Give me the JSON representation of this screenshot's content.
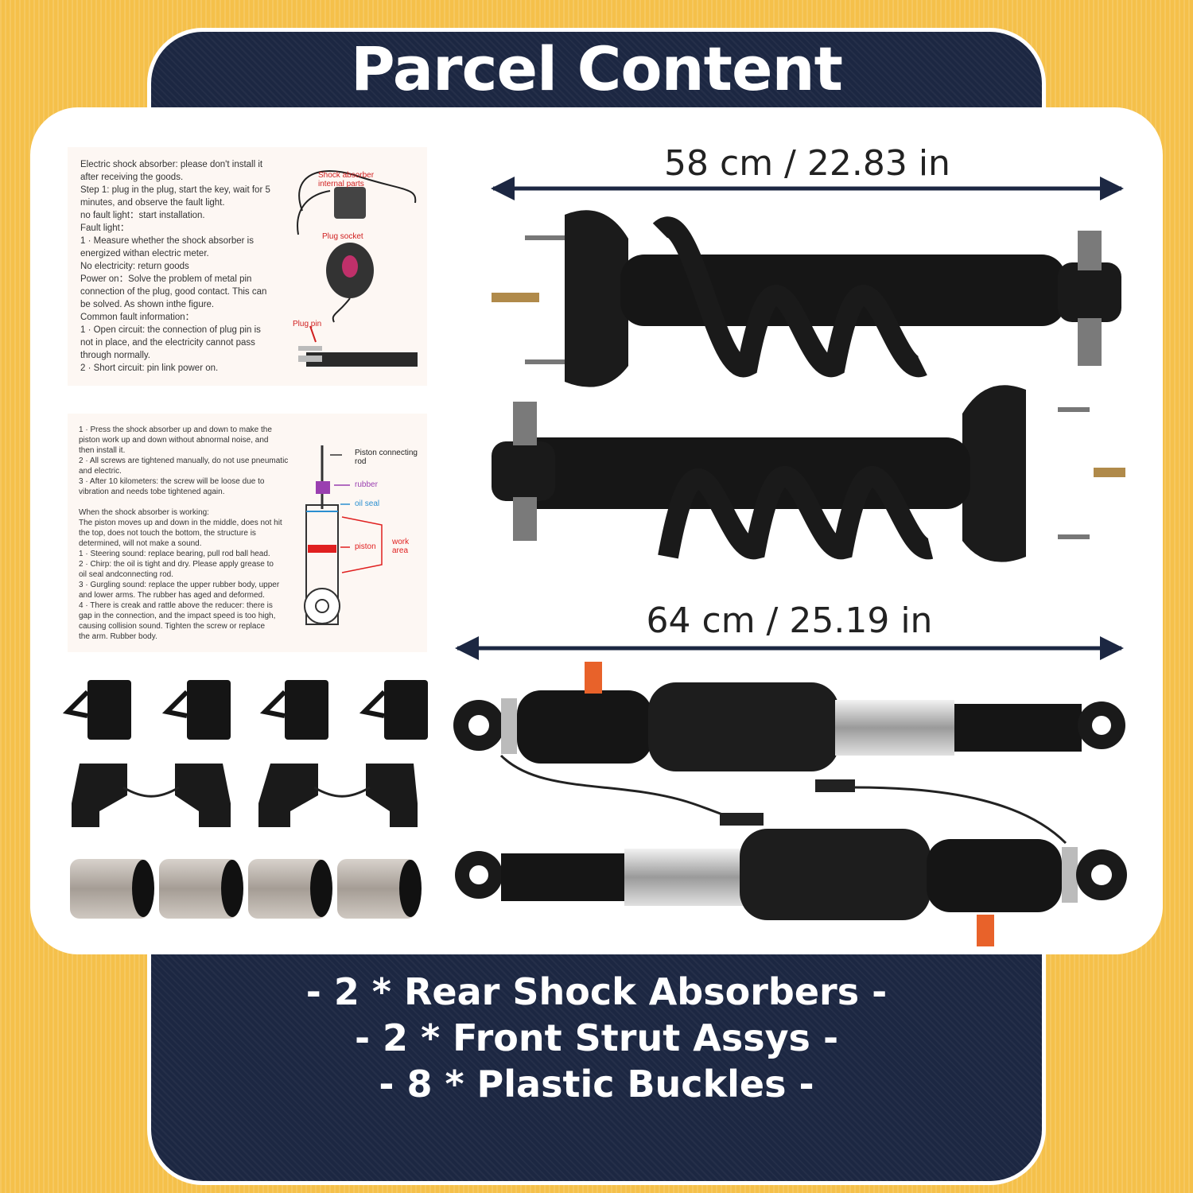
{
  "title": "Parcel Content",
  "dimension_top": "58 cm / 22.83 in",
  "dimension_bottom": "64 cm / 25.19 in",
  "instructions1": {
    "lines": [
      "Electric shock absorber: please don't install it",
      "after receiving the goods.",
      "Step 1: plug in the plug, start the key, wait for 5",
      "minutes, and observe the fault light.",
      "no fault light：start installation.",
      "Fault light：",
      "1 · Measure whether the shock absorber is",
      "     energized withan electric meter.",
      "No electricity: return goods",
      "Power on：Solve the problem of metal pin",
      "connection of the plug, good contact. This can",
      "be solved. As shown inthe figure.",
      "Common fault information：",
      "1 · Open circuit: the connection of plug pin is",
      "     not in place, and the electricity cannot pass",
      "     through normally.",
      "2 · Short circuit: pin link power on."
    ],
    "label_internal": "Shock absorber internal parts",
    "label_socket": "Plug socket",
    "label_pin": "Plug pin"
  },
  "instructions2": {
    "lines": [
      "1 · Press the shock absorber up and down to make the",
      "     piston work up and down without abnormal noise, and",
      "     then install it.",
      "2 · All screws are tightened manually, do not use pneumatic",
      "     and electric.",
      "3 · After 10 kilometers: the screw will be loose due to",
      "     vibration and needs tobe tightened again.",
      "",
      "When the shock absorber is working:",
      "The piston moves up and down in the middle, does not hit",
      "the top, does not touch the bottom, the structure is",
      "determined, will not make a sound.",
      "1 · Steering sound: replace bearing, pull rod ball head.",
      "2 · Chirp: the oil is tight and dry. Please apply grease to",
      "     oil seal andconnecting rod.",
      "3 · Gurgling sound: replace the upper rubber body, upper",
      "     and lower arms. The rubber has aged and deformed.",
      "4 · There is creak and rattle above the reducer: there is",
      "     gap in the connection, and the impact speed is too high,",
      "     causing collision sound. Tighten the screw or replace",
      "     the arm. Rubber body."
    ],
    "label_rod": "Piston connecting rod",
    "label_rubber": "rubber",
    "label_oilseal": "oil seal",
    "label_piston": "piston",
    "label_workarea": "work area"
  },
  "contents": [
    "- 2 * Rear Shock Absorbers -",
    "- 2 * Front Strut Assys -",
    "- 8 * Plastic Buckles -"
  ],
  "colors": {
    "background": "#f5c04a",
    "panel": "#1c2742",
    "card": "#ffffff",
    "accent_orange": "#e8622a"
  }
}
